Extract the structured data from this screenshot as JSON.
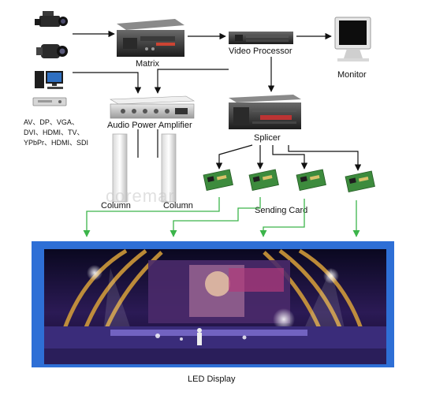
{
  "labels": {
    "matrix": "Matrix",
    "video_processor": "Video Processor",
    "monitor": "Monitor",
    "audio_amp": "Audio Power Amplifier",
    "splicer": "Splicer",
    "column_left": "Column",
    "column_right": "Column",
    "sending_card": "Sending Card",
    "led_display": "LED Display",
    "inputs_line1": "AV、DP、VGA、",
    "inputs_line2": "DVI、HDMI、TV、",
    "inputs_line3": "YPbPr、HDMI、SDI",
    "watermark": "coremar"
  },
  "colors": {
    "connector_black": "#111111",
    "connector_green": "#3cb54a",
    "display_frame": "#2e6fd6",
    "card_green": "#3d8b3d"
  },
  "icons": [
    "video-camera-icon",
    "handycam-icon",
    "desktop-pc-icon",
    "dvd-player-icon",
    "matrix-switcher-icon",
    "video-processor-icon",
    "monitor-icon",
    "audio-amplifier-icon",
    "splicer-icon",
    "column-speaker-icon",
    "sending-card-icon",
    "led-stage-image"
  ]
}
